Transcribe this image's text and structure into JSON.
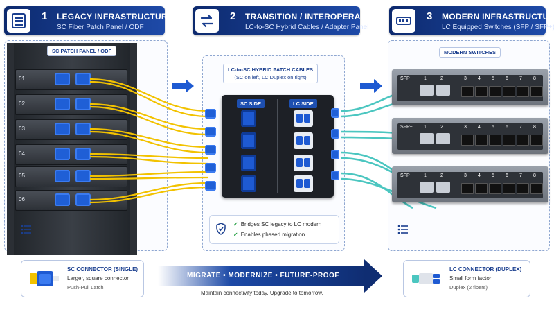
{
  "headers": [
    {
      "number": "1",
      "title": "LEGACY INFRASTRUCTURE",
      "subtitle": "SC Fiber Patch Panel / ODF",
      "icon": "patch-panel-icon"
    },
    {
      "number": "2",
      "title": "TRANSITION / INTEROPERABILITY",
      "subtitle": "LC-to-SC Hybrid Cables / Adapter Panel",
      "icon": "swap-arrows-icon"
    },
    {
      "number": "3",
      "title": "MODERN INFRASTRUCTURE",
      "subtitle": "LC Equipped Switches (SFP / SFP+)",
      "icon": "switch-icon"
    }
  ],
  "legacy": {
    "tag": "SC PATCH PANEL / ODF",
    "ports": [
      "01",
      "02",
      "03",
      "04",
      "05",
      "06"
    ]
  },
  "transition": {
    "tag": "LC-to-SC HYBRID PATCH CABLES",
    "tag_sub": "(SC on left, LC Duplex on right)",
    "sc_side": "SC SIDE",
    "lc_side": "LC SIDE",
    "bullets": [
      "Bridges SC legacy to LC modern",
      "Enables phased migration"
    ]
  },
  "modern": {
    "tag": "MODERN SWITCHES",
    "sfp_label": "SFP+",
    "port_numbers": [
      "1",
      "2",
      "3",
      "4",
      "5",
      "6",
      "7",
      "8"
    ]
  },
  "sc_card": {
    "title": "SC CONNECTOR (SINGLE)",
    "line1": "Larger, square connector",
    "line2": "Push-Pull Latch"
  },
  "lc_card": {
    "title": "LC CONNECTOR (DUPLEX)",
    "line1": "Small form factor",
    "line2": "Duplex (2 fibers)"
  },
  "banner": {
    "text": "MIGRATE  •  MODERNIZE  •  FUTURE-PROOF",
    "tagline": "Maintain connectivity today. Upgrade to tomorrow."
  },
  "colors": {
    "navy": "#0d2a6e",
    "blue": "#1e5ad2",
    "sc_cable": "#f2c200",
    "lc_cable": "#4bc6c0"
  }
}
